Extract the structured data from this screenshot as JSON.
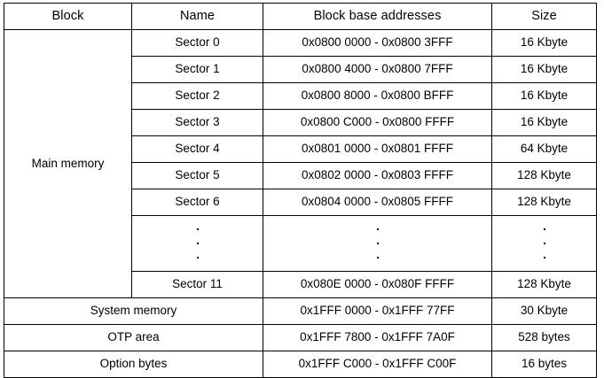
{
  "table": {
    "columns": [
      {
        "key": "block",
        "label": "Block"
      },
      {
        "key": "name",
        "label": "Name"
      },
      {
        "key": "address",
        "label": "Block base addresses"
      },
      {
        "key": "size",
        "label": "Size"
      }
    ],
    "block_group_label": "Main memory",
    "ellipsis_glyph": ".",
    "sector_rows": [
      {
        "name": "Sector 0",
        "address": "0x0800 0000 - 0x0800 3FFF",
        "size": "16 Kbyte"
      },
      {
        "name": "Sector 1",
        "address": "0x0800 4000 - 0x0800 7FFF",
        "size": "16 Kbyte"
      },
      {
        "name": "Sector 2",
        "address": "0x0800 8000 - 0x0800 BFFF",
        "size": "16 Kbyte"
      },
      {
        "name": "Sector 3",
        "address": "0x0800 C000 - 0x0800 FFFF",
        "size": "16 Kbyte"
      },
      {
        "name": "Sector 4",
        "address": "0x0801 0000 - 0x0801 FFFF",
        "size": "64 Kbyte"
      },
      {
        "name": "Sector 5",
        "address": "0x0802 0000 - 0x0803 FFFF",
        "size": "128 Kbyte"
      },
      {
        "name": "Sector 6",
        "address": "0x0804 0000 - 0x0805 FFFF",
        "size": "128 Kbyte"
      }
    ],
    "last_sector_row": {
      "name": "Sector 11",
      "address": "0x080E 0000 - 0x080F FFFF",
      "size": "128 Kbyte"
    },
    "footer_rows": [
      {
        "label": "System memory",
        "address": "0x1FFF 0000 - 0x1FFF 77FF",
        "size": "30 Kbyte"
      },
      {
        "label": "OTP area",
        "address": "0x1FFF 7800 - 0x1FFF 7A0F",
        "size": "528 bytes"
      },
      {
        "label": "Option bytes",
        "address": "0x1FFF C000 - 0x1FFF C00F",
        "size": "16 bytes"
      }
    ]
  },
  "colors": {
    "border": "#000000",
    "text": "#000000",
    "background": "#ffffff"
  }
}
